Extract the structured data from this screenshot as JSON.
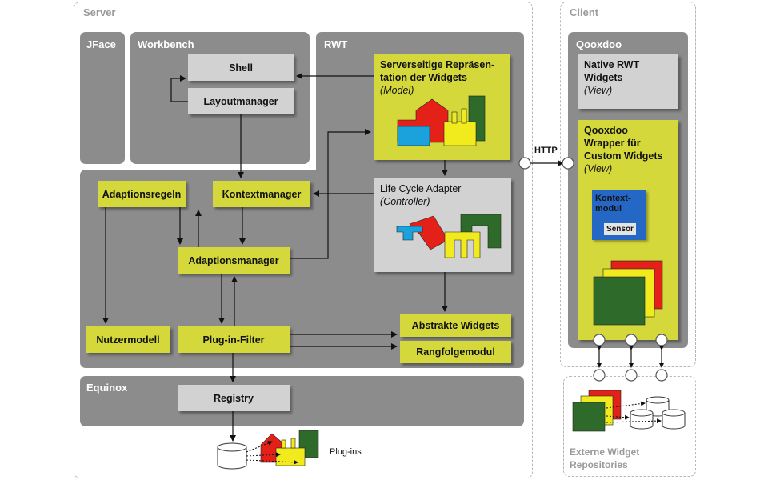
{
  "zones": {
    "server": "Server",
    "client": "Client"
  },
  "panels": {
    "jface": "JFace",
    "workbench": "Workbench",
    "rwt": "RWT",
    "equinox": "Equinox",
    "qooxdoo": "Qooxdoo"
  },
  "boxes": {
    "shell": "Shell",
    "layoutmanager": "Layoutmanager",
    "server_model_line1": "Serverseitige Repräsen-",
    "server_model_line2": "tation der Widgets",
    "server_model_sub": "(Model)",
    "lifecycle_title": "Life Cycle Adapter",
    "lifecycle_sub": "(Controller)",
    "adaptionsregeln": "Adaptionsregeln",
    "kontextmanager": "Kontextmanager",
    "adaptionsmanager": "Adaptionsmanager",
    "nutzermodell": "Nutzermodell",
    "plugin_filter": "Plug-in-Filter",
    "abstrakte_widgets": "Abstrakte Widgets",
    "rangfolgemodul": "Rangfolgemodul",
    "registry": "Registry",
    "native_rwt_line1": "Native RWT",
    "native_rwt_line2": "Widgets",
    "native_rwt_sub": "(View)",
    "wrapper_line1": "Qooxdoo",
    "wrapper_line2": "Wrapper für",
    "wrapper_line3": "Custom Widgets",
    "wrapper_sub": "(View)",
    "kontextmodul_line1": "Kontext-",
    "kontextmodul_line2": "modul",
    "sensor": "Sensor"
  },
  "labels": {
    "http": "HTTP",
    "plugins": "Plug-ins",
    "external_line1": "Externe Widget",
    "external_line2": "Repositories"
  },
  "colors": {
    "panel": "#8c8c8c",
    "yellow_box": "#d4d83a",
    "grey_box": "#d2d2d2",
    "widget_red": "#e32119",
    "widget_green": "#2e6b2a",
    "widget_blue": "#1ba2dc",
    "widget_yellow": "#f1eb1e",
    "kontextmodul_blue": "#2467c5"
  }
}
